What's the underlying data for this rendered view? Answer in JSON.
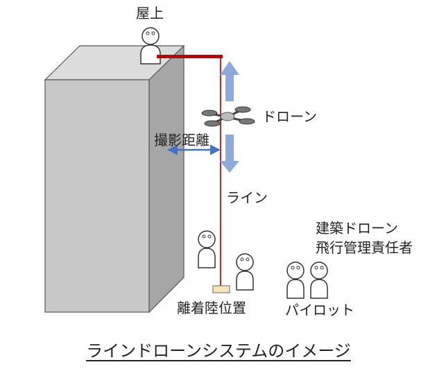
{
  "labels": {
    "rooftop": "屋上",
    "drone": "ドローン",
    "shooting_distance": "撮影距離",
    "line": "ライン",
    "flight_manager_line1": "建築ドローン",
    "flight_manager_line2": "飛行管理責任者",
    "landing_position": "離着陸位置",
    "pilot": "パイロット"
  },
  "caption": "ラインドローンシステムのイメージ",
  "colors": {
    "building_front": "#c8c8c8",
    "building_side": "#a6a6a6",
    "building_top": "#dcdcdc",
    "line_red": "#d92020",
    "arrow_blue": "#8eaadb",
    "distance_arrow": "#4472c4"
  }
}
